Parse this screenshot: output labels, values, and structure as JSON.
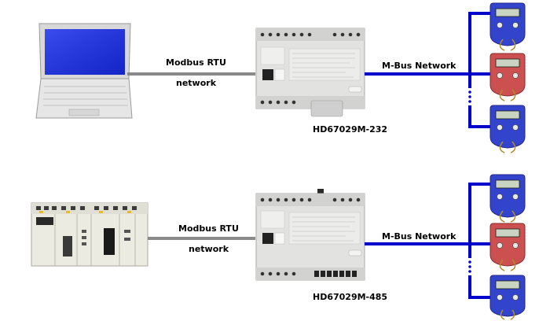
{
  "colors": {
    "rtu_link": "#8a8a8a",
    "mbus_link": "#0000cc",
    "meter_blue": "#3344cc",
    "meter_red": "#cc5050",
    "gateway_body": "#e2e3e0"
  },
  "top": {
    "rtu_label_line1": "Modbus RTU",
    "rtu_label_line2": "network",
    "mbus_label": "M-Bus Network",
    "gateway_model": "HD67029M-232",
    "master_device": "laptop-icon",
    "meters": [
      "blue",
      "red",
      "blue"
    ]
  },
  "bottom": {
    "rtu_label_line1": "Modbus RTU",
    "rtu_label_line2": "network",
    "mbus_label": "M-Bus Network",
    "gateway_model": "HD67029M-485",
    "master_device": "plc-icon",
    "meters": [
      "blue",
      "red",
      "blue"
    ]
  }
}
